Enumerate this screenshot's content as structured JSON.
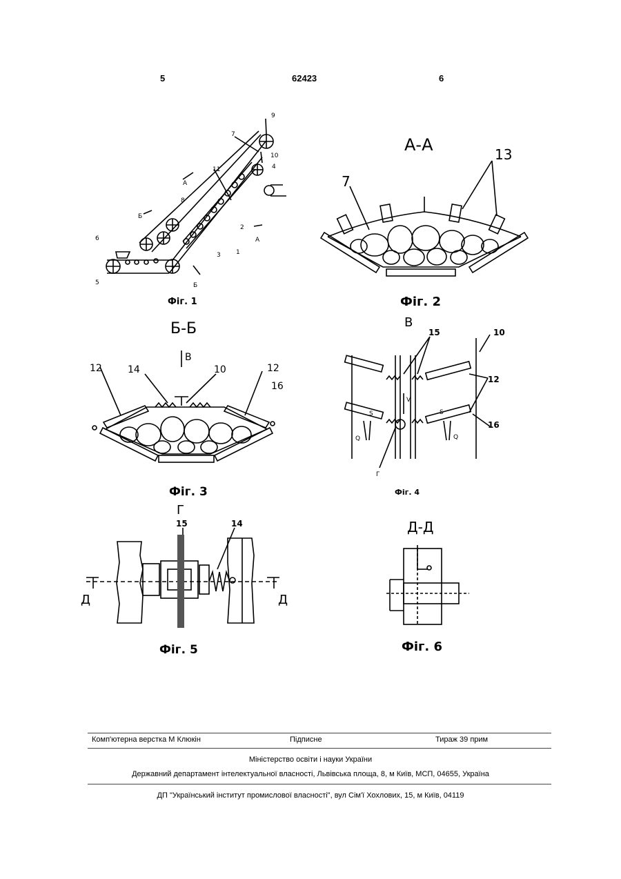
{
  "header": {
    "left": "5",
    "center": "62423",
    "right": "6"
  },
  "figures": {
    "fig1": {
      "caption": "Фіг. 1",
      "labels": [
        "9",
        "7",
        "10",
        "4",
        "А",
        "11",
        "8",
        "Б",
        "2",
        "1",
        "3",
        "6",
        "5",
        "Б",
        "А"
      ]
    },
    "fig2": {
      "caption": "Фіг. 2",
      "section": "А-А",
      "labels": [
        "13",
        "7"
      ]
    },
    "fig3": {
      "caption": "Фіг. 3",
      "section": "Б-Б",
      "labels": [
        "В",
        "12",
        "14",
        "10",
        "12",
        "16"
      ]
    },
    "fig4": {
      "caption": "Фіг. 4",
      "section": "В",
      "labels": [
        "15",
        "10",
        "12",
        "16",
        "S",
        "S",
        "V",
        "Q",
        "Q",
        "Г"
      ]
    },
    "fig5": {
      "caption": "Фіг. 5",
      "section": "Г",
      "labels": [
        "15",
        "14",
        "Д",
        "Д"
      ]
    },
    "fig6": {
      "caption": "Фіг. 6",
      "section": "Д-Д"
    }
  },
  "footer": {
    "layout": "Комп'ютерна верстка М  Клюкін",
    "signed": "Підписне",
    "print_run": "Тираж 39 прим",
    "ministry": "Міністерство освіти і науки України",
    "department": "Державний департамент інтелектуальної власності, Львівська площа, 8, м  Київ, МСП, 04655, Україна",
    "institute": "ДП \"Український інститут промислової власності\", вул  Сім'ї Хохлових, 15, м  Київ, 04119"
  }
}
